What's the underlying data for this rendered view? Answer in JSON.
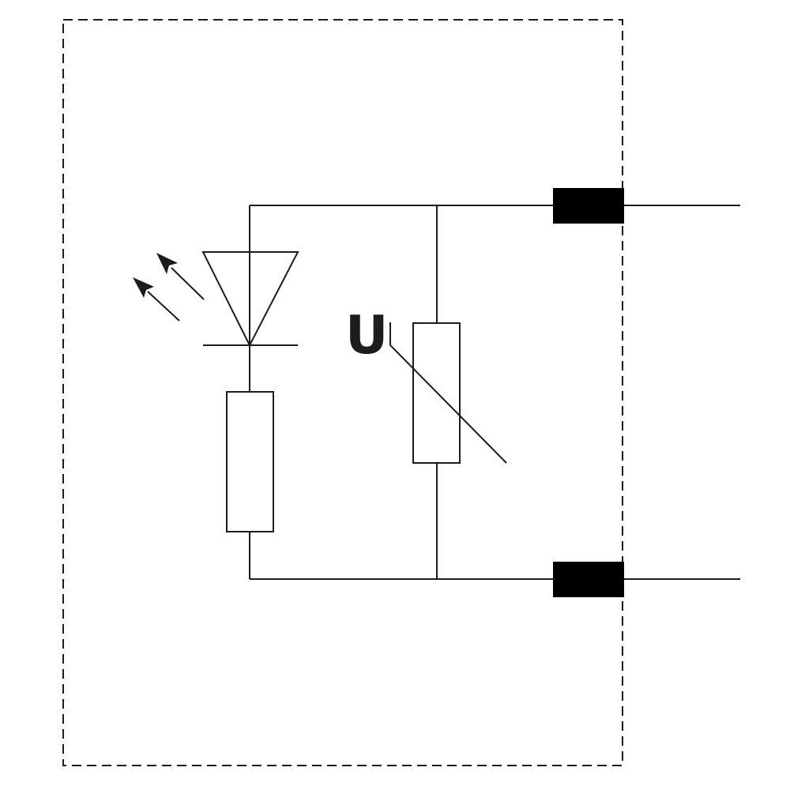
{
  "diagram": {
    "type": "circuit-schematic",
    "varistor_label": "U",
    "colors": {
      "line": "#1c1c1c",
      "terminal_fill": "#000000",
      "background": "#ffffff"
    },
    "components": {
      "enclosure": "dashed-boundary-box",
      "led": "light-emitting-diode",
      "series_resistor": "resistor",
      "varistor": "voltage-dependent-resistor",
      "terminal_top": "terminal-block",
      "terminal_bottom": "terminal-block"
    }
  }
}
